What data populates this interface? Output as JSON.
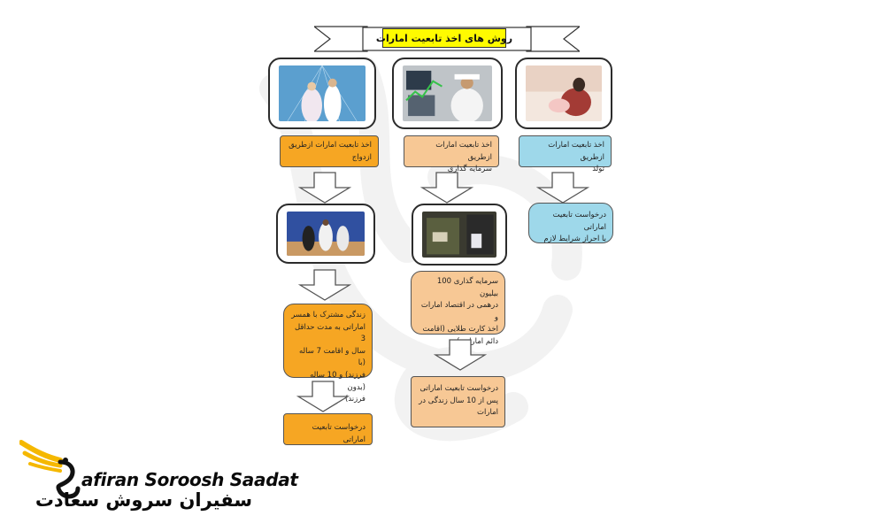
{
  "title": "روش های اخذ تابعیت امارات",
  "columns": [
    {
      "heading": "اخذ تابعیت امارات ازطریق\nازدواج",
      "step": "زندگی مشترک با همسر\nاماراتی به مدت حداقل 3\nسال و اقامت 7 ساله (با\nفرزند) و 10 ساله (بدون\nفرزند) در امارت",
      "final": "درخواست تابعیت اماراتی"
    },
    {
      "heading": "اخذ تابعیت امارات ازطریق\nسرمایه گذاری",
      "step": "سرمایه گذاری 100 بیلیون\nدرهمی در اقتصاد امارات و\nاخذ کارت طلایی (اقامت\nدائم امارات )",
      "final": "درخواست تابعیت اماراتی\nپس از 10 سال زندگی در\nامارات"
    },
    {
      "heading": "اخذ تابعیت امارات ازطریق\nتولد",
      "final": "درخواست تابعیت اماراتی\nبا احراز شرایط لازم"
    }
  ],
  "icons": {
    "photo_wedding": "wedding-photo",
    "photo_investment": "investment-photo",
    "photo_birth": "newborn-photo",
    "photo_handshake": "handshake-photo",
    "photo_card": "golden-card-photo"
  },
  "colors": {
    "orange": "#f6a623",
    "peach": "#f7c895",
    "blue": "#9ed8ea",
    "title_highlight": "#fffb00"
  },
  "logo": {
    "brand_en": "afiran Soroosh Saadat",
    "brand_fa": "سفیران سروش سعادت"
  }
}
